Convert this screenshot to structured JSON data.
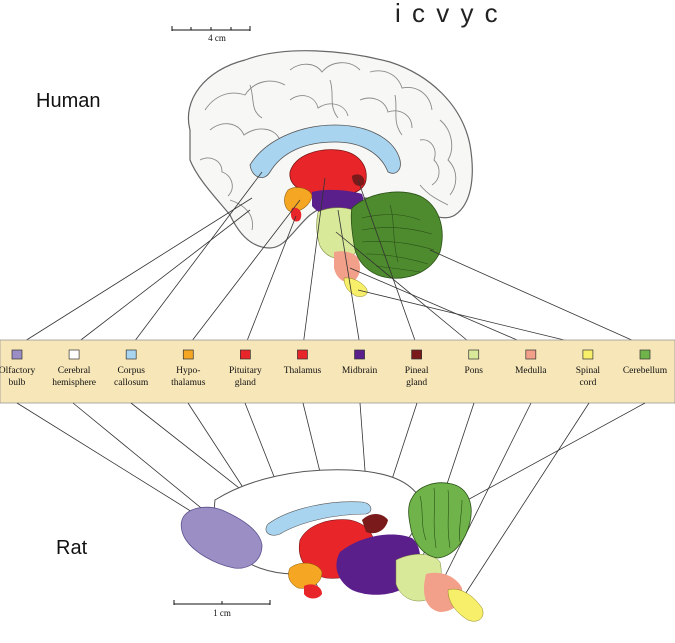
{
  "header_fragment": "i c   v   y c",
  "labels": {
    "human": "Human",
    "rat": "Rat"
  },
  "scales": {
    "human": "4 cm",
    "rat": "1 cm"
  },
  "legend": [
    {
      "line1": "Olfactory",
      "line2": "bulb",
      "color": "#9b8ec4"
    },
    {
      "line1": "Cerebral",
      "line2": "hemisphere",
      "color": "#ffffff"
    },
    {
      "line1": "Corpus",
      "line2": "callosum",
      "color": "#a9d4f0"
    },
    {
      "line1": "Hypo-",
      "line2": "thalamus",
      "color": "#f5a623"
    },
    {
      "line1": "Pituitary",
      "line2": "gland",
      "color": "#e8262a"
    },
    {
      "line1": "Thalamus",
      "line2": "",
      "color": "#e8262a"
    },
    {
      "line1": "Midbrain",
      "line2": "",
      "color": "#5b1f8c"
    },
    {
      "line1": "Pineal",
      "line2": "gland",
      "color": "#7a1a1a"
    },
    {
      "line1": "Pons",
      "line2": "",
      "color": "#d8ea9a"
    },
    {
      "line1": "Medulla",
      "line2": "",
      "color": "#f3a08a"
    },
    {
      "line1": "Spinal",
      "line2": "cord",
      "color": "#f7ef6a"
    },
    {
      "line1": "Cerebellum",
      "line2": "",
      "color": "#6fb34a"
    }
  ]
}
